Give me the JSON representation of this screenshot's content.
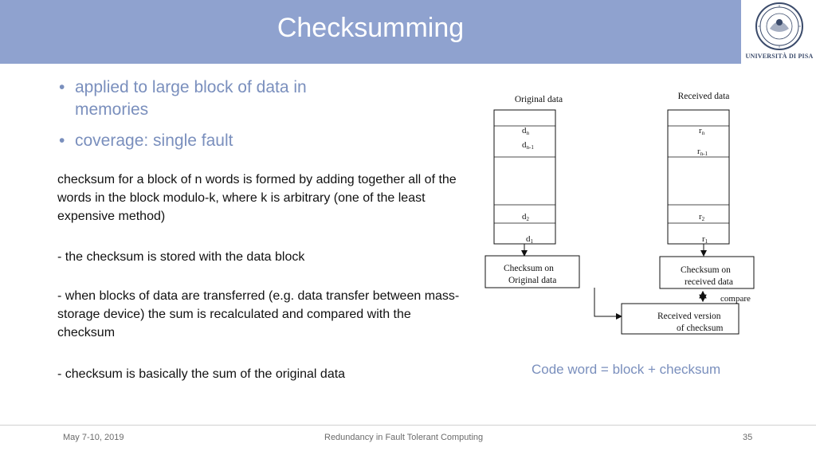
{
  "slide": {
    "title": "Checksumming",
    "logo_text": "UNIVERSITÀ DI PISA"
  },
  "bullets": [
    "applied  to large block of data in memories",
    "coverage: single fault"
  ],
  "paragraphs": [
    "checksum for a block of n  words  is formed by adding together all of the words in the block modulo-k, where k is arbitrary (one of the least expensive method)",
    "- the checksum is  stored with the data block",
    "- when blocks of data are  transferred (e.g. data transfer between mass-storage device) the sum is recalculated and compared with the checksum",
    "- checksum is basically the sum of the original data"
  ],
  "diagram": {
    "original_label": "Original data",
    "received_label": "Received data",
    "d_n": "d",
    "d_n_sub": "n",
    "d_n1": "d",
    "d_n1_sub": "n-1",
    "d_2": "d",
    "d_2_sub": "2",
    "d_1": "d",
    "d_1_sub": "1",
    "r_n": "r",
    "r_n_sub": "n",
    "r_n1": "r",
    "r_n1_sub": "n-1",
    "r_2": "r",
    "r_2_sub": "2",
    "r_1": "r",
    "r_1_sub": "1",
    "checksum_original_1": "Checksum on",
    "checksum_original_2": "Original data",
    "checksum_received_1": "Checksum on",
    "checksum_received_2": "received data",
    "compare_label": "compare",
    "received_version_1": "Received version",
    "received_version_2": "of checksum"
  },
  "codeword": "Code word = block + checksum",
  "footer": {
    "date": "May 7-10, 2019",
    "center": "Redundancy in Fault Tolerant Computing",
    "page": "35"
  }
}
